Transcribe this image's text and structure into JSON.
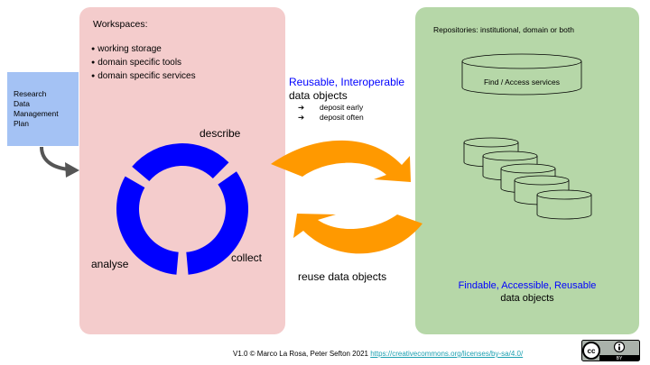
{
  "rdmp": {
    "lines": [
      "Research",
      "Data",
      "Management",
      "Plan"
    ]
  },
  "workspaces": {
    "title": "Workspaces:",
    "items": [
      "working storage",
      "domain specific tools",
      "domain specific services"
    ],
    "cycle_labels": {
      "top": "describe",
      "left": "analyse",
      "right": "collect"
    }
  },
  "transfer": {
    "deposit_heading": "Reusable, Interoperable",
    "deposit_subheading": "data objects",
    "deposit_items": [
      {
        "arrow": "➔",
        "text": "deposit early"
      },
      {
        "arrow": "➔",
        "text": "deposit often"
      }
    ],
    "reuse_label": "reuse data objects"
  },
  "repositories": {
    "title": "Repositories: institutional, domain or both",
    "service_cylinder": "Find / Access services",
    "fair_heading": "Findable, Accessible, Reusable",
    "fair_subheading": "data objects"
  },
  "footer": {
    "credit": "V1.0 © Marco La Rosa, Peter Sefton 2021",
    "license_link": "https://creativecommons.org/licenses/by-sa/4.0/",
    "badge": {
      "cc": "cc",
      "by": "BY"
    }
  },
  "colors": {
    "cycle": "#0000ff",
    "arrows": "#ff9900",
    "workspace_bg": "#f4cccc",
    "repo_bg": "#b6d7a8",
    "rdmp_bg": "#a4c2f4",
    "link": "#1a9fb0"
  }
}
